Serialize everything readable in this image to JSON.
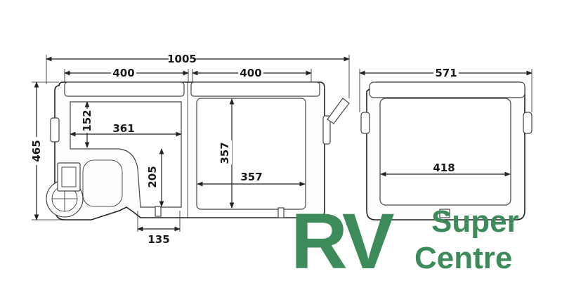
{
  "dimensions": {
    "overall_length": "1005",
    "left_compartment_length": "400",
    "right_compartment_length": "400",
    "overall_width": "571",
    "overall_height": "465",
    "left_depth_top": "152",
    "left_inner_length": "361",
    "left_depth_lower": "205",
    "left_step_length": "135",
    "right_inner_height": "357",
    "right_inner_length": "357",
    "side_inner_width": "418"
  },
  "logo": {
    "big_letters": "RV",
    "line1": "Super",
    "line2": "Centre",
    "color": "#3d8a5a"
  },
  "colors": {
    "line": "#222222",
    "background": "#ffffff"
  }
}
